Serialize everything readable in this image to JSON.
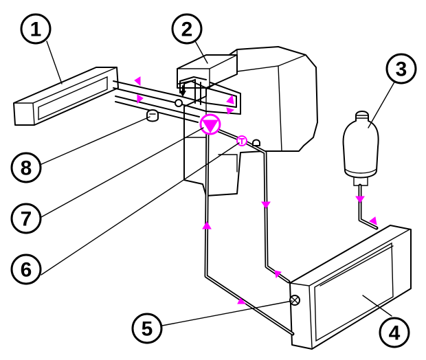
{
  "callouts": [
    {
      "id": "1",
      "label": "1"
    },
    {
      "id": "2",
      "label": "2"
    },
    {
      "id": "3",
      "label": "3"
    },
    {
      "id": "4",
      "label": "4"
    },
    {
      "id": "5",
      "label": "5"
    },
    {
      "id": "6",
      "label": "6"
    },
    {
      "id": "7",
      "label": "7"
    },
    {
      "id": "8",
      "label": "8"
    }
  ],
  "colors": {
    "flow_arrow": "#ff00ff",
    "line": "#000000",
    "background": "#ffffff"
  },
  "icons": {
    "pump": "pump-symbol-icon",
    "thermostat": "thermostat-symbol-icon",
    "drain": "drain-cock-symbol-icon"
  }
}
